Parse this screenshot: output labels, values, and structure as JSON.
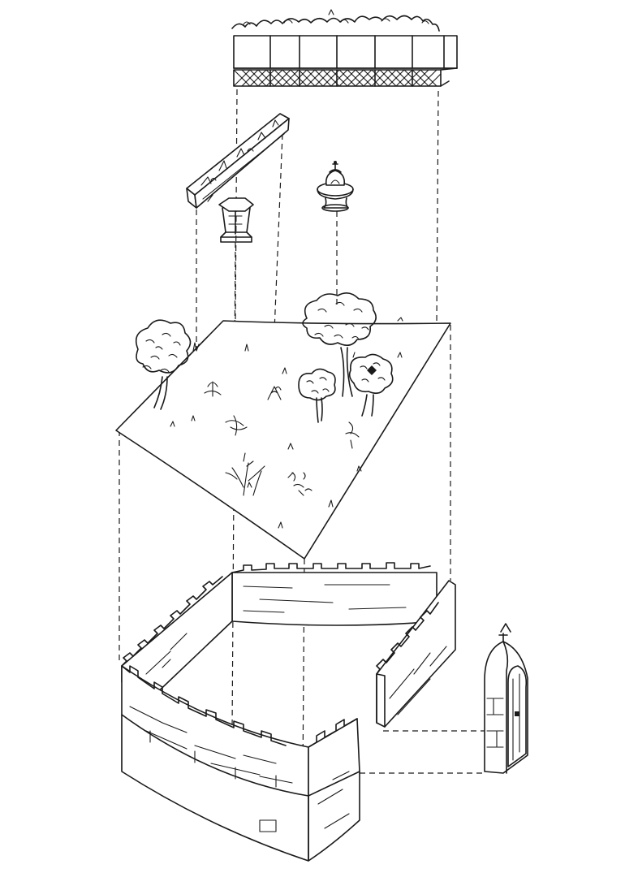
{
  "figure": {
    "kind": "exploded-view garden illustration",
    "style": "black ink line drawing on white",
    "colors": {
      "ink": "#1a1a1a",
      "paper": "#ffffff"
    }
  },
  "components": [
    {
      "id": "pergola",
      "shape": "trellis-roof"
    },
    {
      "id": "planter",
      "shape": "long-trough"
    },
    {
      "id": "fountain",
      "shape": "tiered-basin"
    },
    {
      "id": "pedestal",
      "shape": "hexagonal-plinth"
    },
    {
      "id": "lawn",
      "shape": "ground-plane"
    },
    {
      "id": "wall",
      "shape": "crenellated-enclosure"
    },
    {
      "id": "gatehouse",
      "shape": "arched-door"
    }
  ]
}
